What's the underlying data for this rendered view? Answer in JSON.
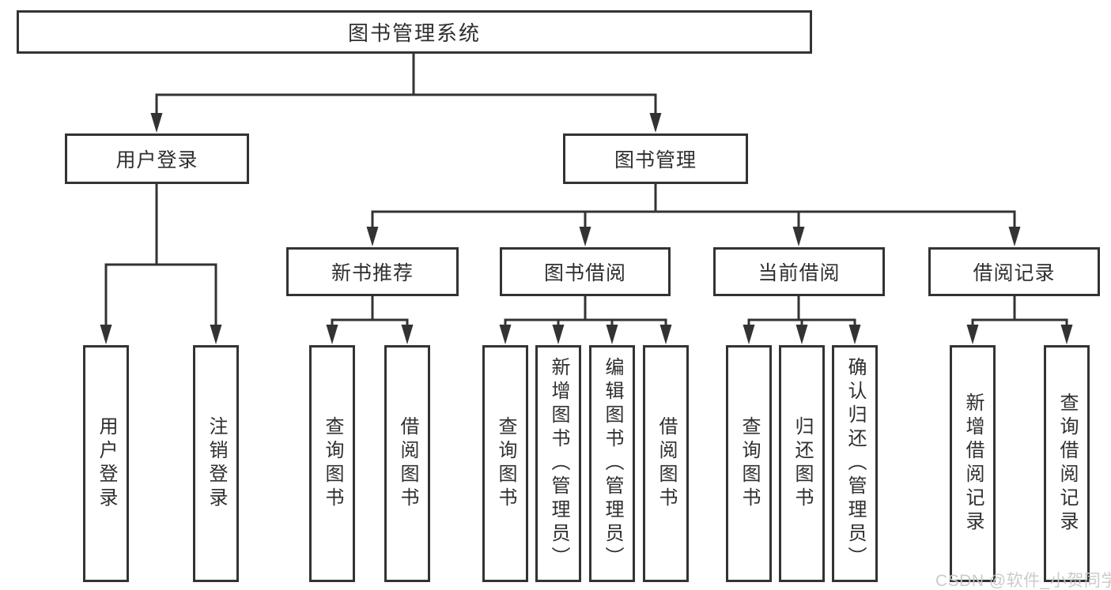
{
  "tree": {
    "root": "图书管理系统",
    "branches": [
      {
        "label": "用户登录",
        "children": [
          "用户登录",
          "注销登录"
        ]
      },
      {
        "label": "图书管理",
        "groups": [
          {
            "label": "新书推荐",
            "children": [
              "查询图书",
              "借阅图书"
            ]
          },
          {
            "label": "图书借阅",
            "children": [
              "查询图书",
              "新增图书（管理员）",
              "编辑图书（管理员）",
              "借阅图书"
            ]
          },
          {
            "label": "当前借阅",
            "children": [
              "查询图书",
              "归还图书",
              "确认归还（管理员）"
            ]
          },
          {
            "label": "借阅记录",
            "children": [
              "新增借阅记录",
              "查询借阅记录"
            ]
          }
        ]
      }
    ]
  },
  "watermark": {
    "text": "CSDN @软件_小贺同学"
  },
  "colors": {
    "line": "#333333",
    "text": "#2f2f2f",
    "box_bg": "#ffffff",
    "watermark": "#c8c8c8"
  }
}
